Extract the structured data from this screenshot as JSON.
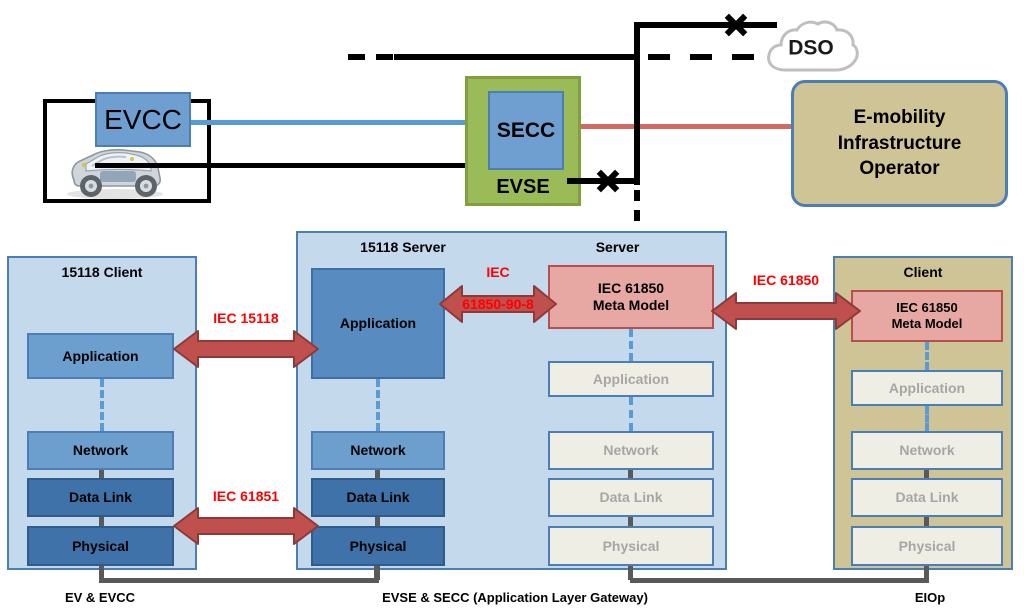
{
  "top": {
    "evcc_label": "EVCC",
    "secc_label": "SECC",
    "evse_label": "EVSE",
    "dso_label": "DSO",
    "emobility_label": "E-mobility\nInfrastructure\nOperator",
    "emobility_lines": [
      "E-mobility",
      "Infrastructure",
      "Operator"
    ],
    "vehicle_icon": "electric-car-icon",
    "cloud_icon": "cloud-icon",
    "break_icon": "x-break-icon",
    "colors": {
      "evcc_fill": "#6E9FD0",
      "evse_fill": "#9BBB59",
      "emobility_fill": "#CFC496",
      "blue_link": "#5B9BD5",
      "red_link": "#D06B64",
      "black_link": "#000000"
    }
  },
  "stacks": {
    "client_15118": {
      "title": "15118 Client",
      "bottom_label": "EV & EVCC",
      "layers": [
        {
          "label": "Application",
          "style": "lightblue"
        },
        {
          "label": "Network",
          "style": "lightblue"
        },
        {
          "label": "Data Link",
          "style": "darkblue"
        },
        {
          "label": "Physical",
          "style": "darkblue"
        }
      ]
    },
    "server_15118": {
      "title": "15118 Server",
      "bottom_label": "EVSE & SECC (Application Layer Gateway)",
      "layers": [
        {
          "label": "Application",
          "style": "bigblue"
        },
        {
          "label": "Network",
          "style": "lightblue"
        },
        {
          "label": "Data Link",
          "style": "darkblue"
        },
        {
          "label": "Physical",
          "style": "darkblue"
        }
      ]
    },
    "server_61850": {
      "title": "Server",
      "layers": [
        {
          "label": "IEC 61850\nMeta Model",
          "lines": [
            "IEC 61850",
            "Meta Model"
          ],
          "style": "red"
        },
        {
          "label": "Application",
          "style": "ghost"
        },
        {
          "label": "Network",
          "style": "ghost"
        },
        {
          "label": "Data Link",
          "style": "ghost"
        },
        {
          "label": "Physical",
          "style": "ghost"
        }
      ]
    },
    "client_61850": {
      "title": "Client",
      "bottom_label": "EIOp",
      "layers": [
        {
          "label": "IEC 61850\nMeta Model",
          "lines": [
            "IEC 61850",
            "Meta Model"
          ],
          "style": "red"
        },
        {
          "label": "Application",
          "style": "ghost"
        },
        {
          "label": "Network",
          "style": "ghost"
        },
        {
          "label": "Data Link",
          "style": "ghost"
        },
        {
          "label": "Physical",
          "style": "ghost"
        }
      ]
    }
  },
  "arrows": [
    {
      "id": "iec-15118",
      "label": "IEC 15118",
      "lines": [
        "IEC 15118"
      ]
    },
    {
      "id": "iec-61851",
      "label": "IEC 61851",
      "lines": [
        "IEC 61851"
      ]
    },
    {
      "id": "iec-61850-90-8",
      "label": "IEC\n61850-90-8",
      "lines": [
        "IEC",
        "61850-90-8"
      ]
    },
    {
      "id": "iec-61850",
      "label": "IEC 61850",
      "lines": [
        "IEC 61850"
      ]
    }
  ],
  "colors": {
    "arrow_fill": "#C0504D",
    "arrow_stroke": "#8C3A37",
    "arrow_label": "#FF0000",
    "panel_blue": "#C5D9ED",
    "panel_tan": "#CFC496",
    "panel_border": "#4A7EB5"
  }
}
